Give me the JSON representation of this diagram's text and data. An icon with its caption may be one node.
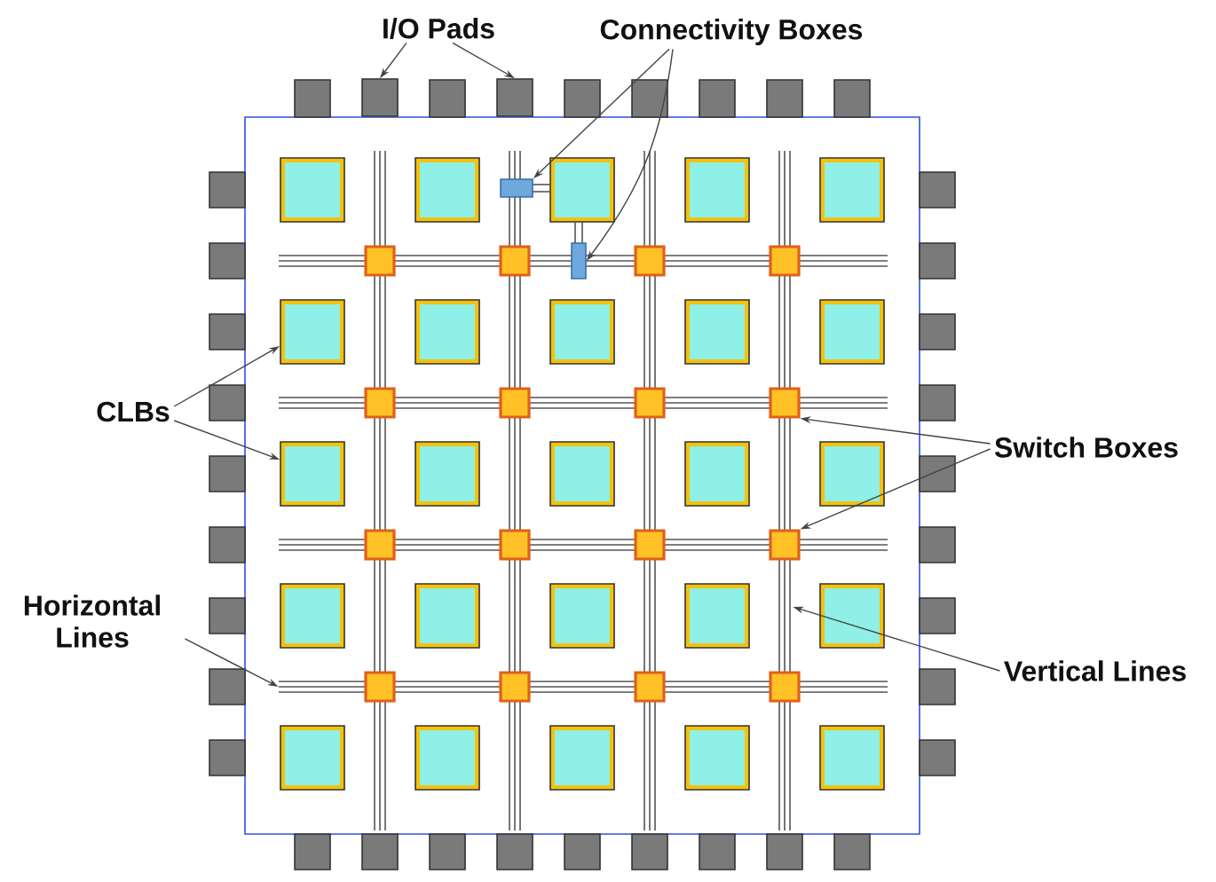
{
  "diagram": {
    "nodes": [
      {
        "text": [
          "I/O Pads"
        ]
      },
      {
        "text": [],
        "shape": "box"
      },
      {
        "text": [],
        "shape": "box"
      },
      {
        "text": [
          "Connectivity Boxes"
        ]
      },
      {
        "text": [],
        "shape": "box"
      },
      {
        "text": [],
        "shape": "box"
      },
      {
        "text": [
          "CLBs"
        ]
      },
      {
        "text": [],
        "shape": "box"
      },
      {
        "text": [],
        "shape": "box"
      },
      {
        "text": [
          "Switch Boxes"
        ]
      },
      {
        "text": [],
        "shape": "box"
      },
      {
        "text": [],
        "shape": "box"
      },
      {
        "text": [
          "Horizontal Lines"
        ]
      },
      {
        "text": [],
        "shape": "line"
      },
      {
        "text": [
          "Vertical Lines"
        ]
      },
      {
        "text": [],
        "shape": "line"
      }
    ],
    "edges": [
      {
        "from": 0,
        "to": 1,
        "arrow": "to"
      },
      {
        "from": 0,
        "to": 2,
        "arrow": "to"
      },
      {
        "from": 3,
        "to": 4,
        "arrow": "to"
      },
      {
        "from": 3,
        "to": 5,
        "arrow": "to"
      },
      {
        "from": 6,
        "to": 7,
        "arrow": "to"
      },
      {
        "from": 6,
        "to": 8,
        "arrow": "to"
      },
      {
        "from": 9,
        "to": 10,
        "arrow": "to"
      },
      {
        "from": 9,
        "to": 11,
        "arrow": "to"
      },
      {
        "from": 12,
        "to": 13,
        "arrow": "to"
      },
      {
        "from": 14,
        "to": 15,
        "arrow": "to"
      }
    ]
  }
}
